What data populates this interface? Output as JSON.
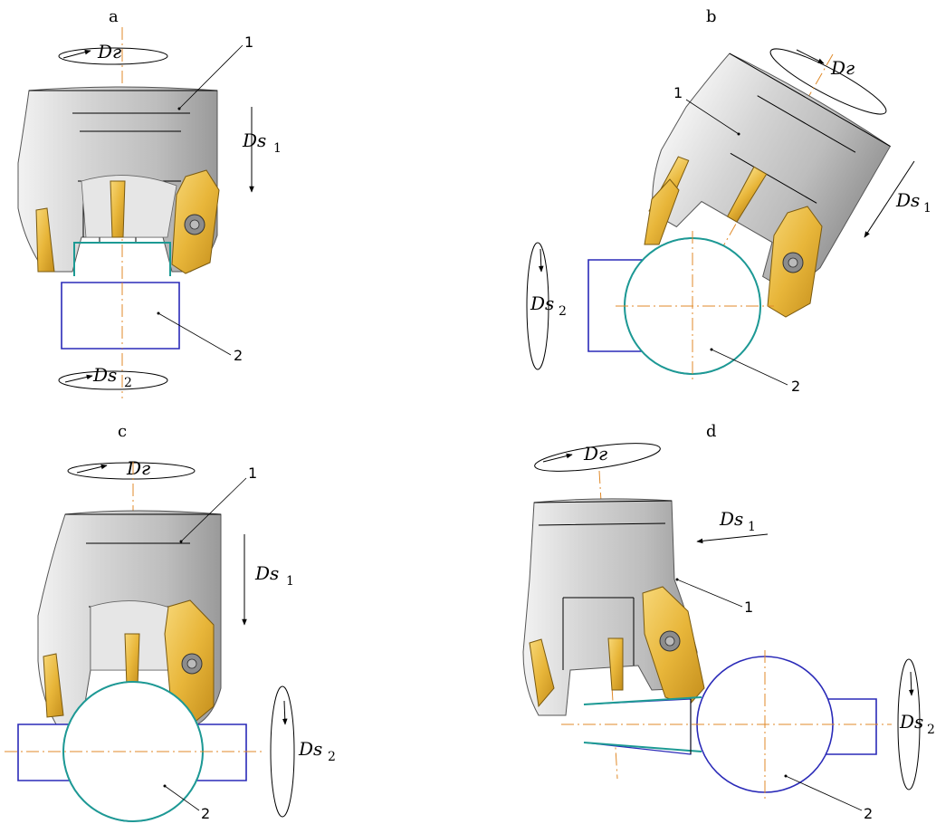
{
  "panels": [
    {
      "letter": "a",
      "rot": "Dг",
      "feed1": "Ds",
      "feed1_sub": "1",
      "feed2": "Ds",
      "feed2_sub": "2",
      "ref_tool": "1",
      "ref_work": "2"
    },
    {
      "letter": "b",
      "rot": "Dг",
      "feed1": "Ds",
      "feed1_sub": "1",
      "feed2": "Ds",
      "feed2_sub": "2",
      "ref_tool": "1",
      "ref_work": "2"
    },
    {
      "letter": "c",
      "rot": "Dг",
      "feed1": "Ds",
      "feed1_sub": "1",
      "feed2": "Ds",
      "feed2_sub": "2",
      "ref_tool": "1",
      "ref_work": "2"
    },
    {
      "letter": "d",
      "rot": "Dг",
      "feed1": "Ds",
      "feed1_sub": "1",
      "feed2": "Ds",
      "feed2_sub": "2",
      "ref_tool": "1",
      "ref_work": "2"
    }
  ],
  "colors": {
    "workpiece_outline": "#2a2ab8",
    "cut_contour": "#1d9a94",
    "axis_line": "#e08a2a",
    "insert": "#e8b63a",
    "cutter_body": "#c8c8c8"
  }
}
